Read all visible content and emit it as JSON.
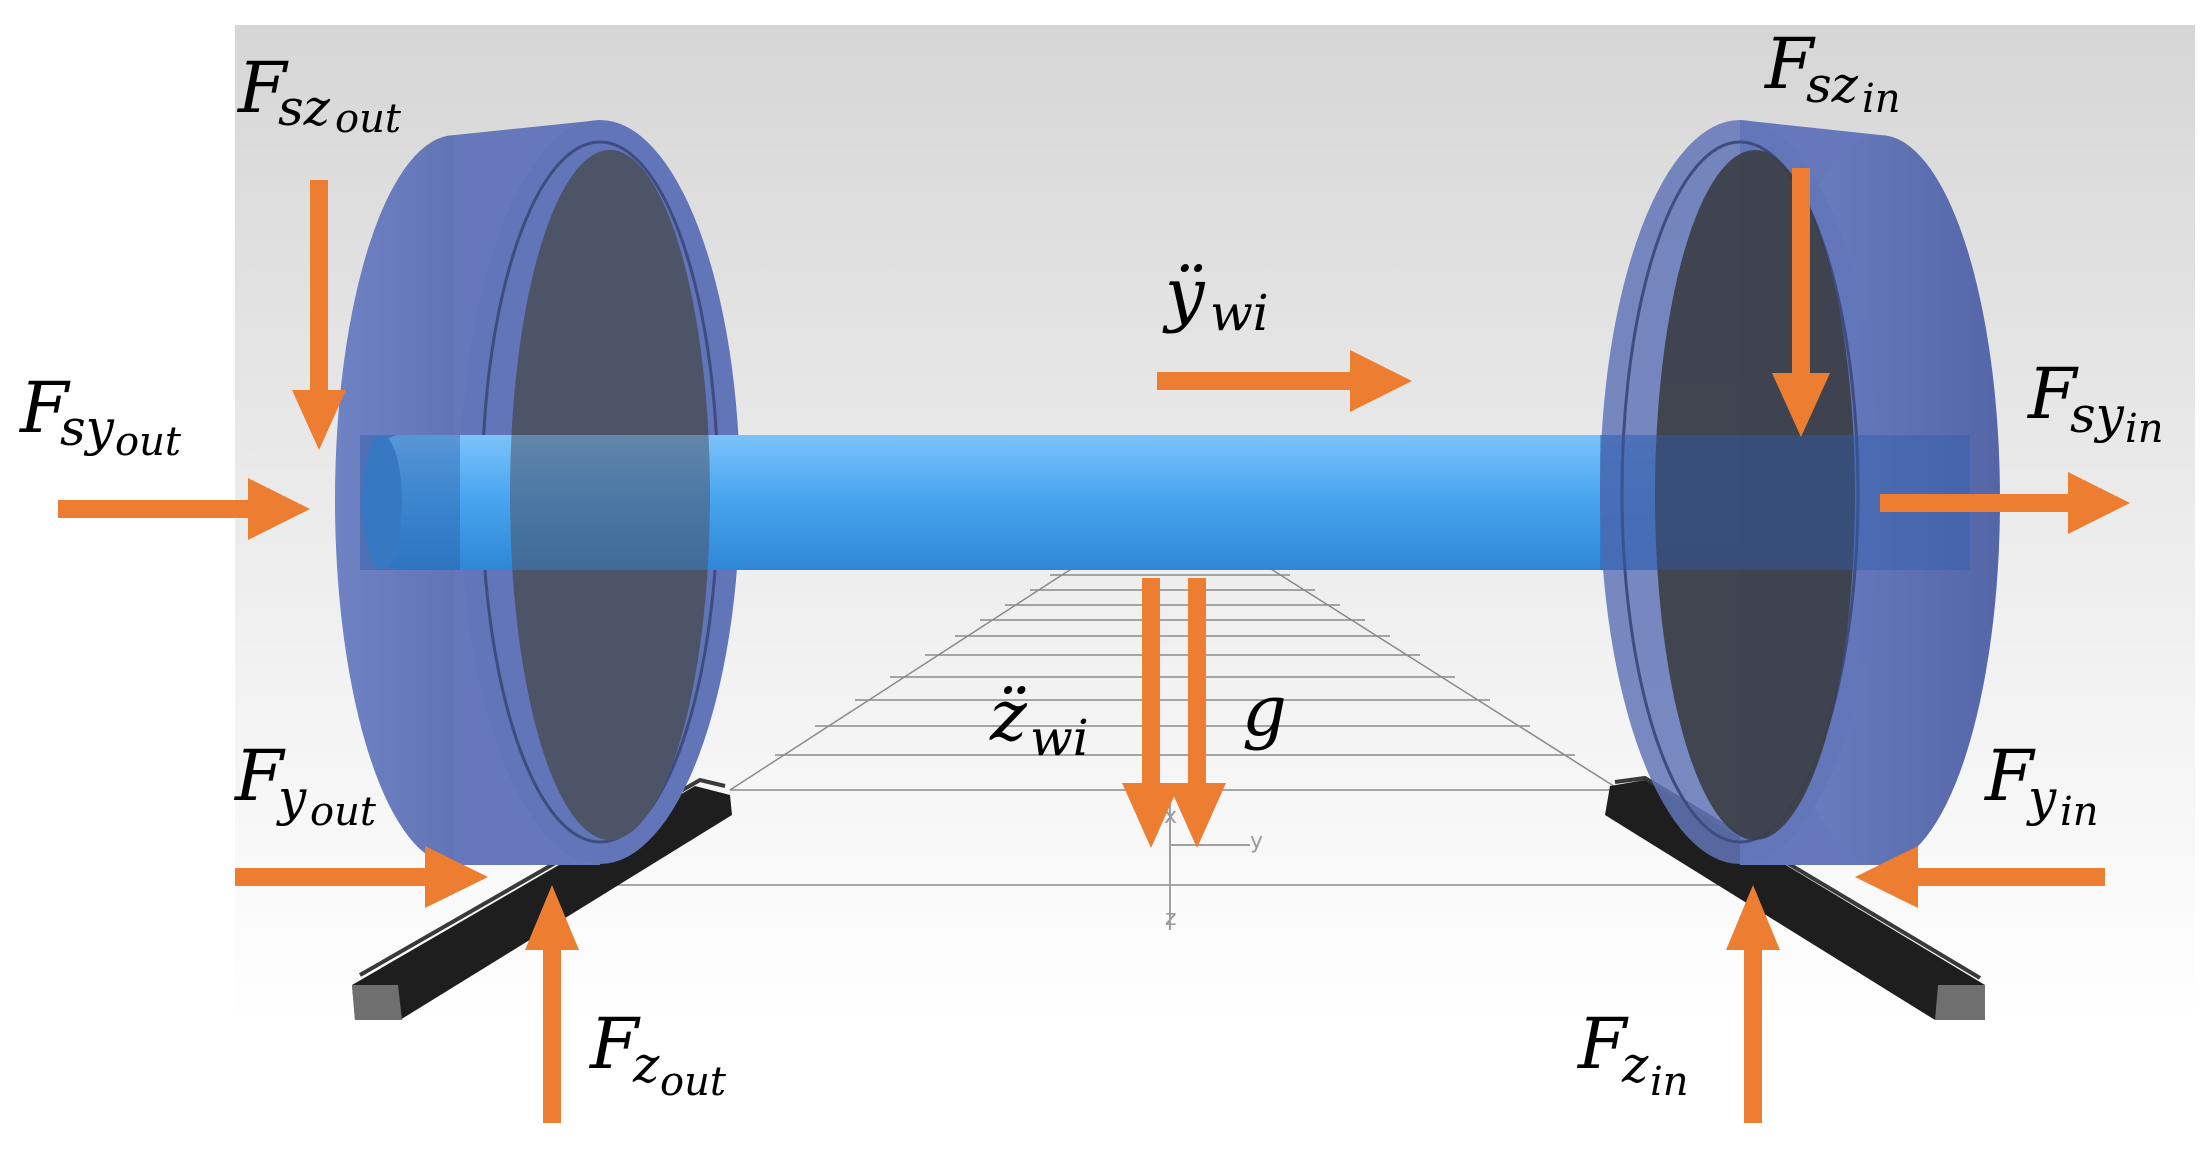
{
  "figure": {
    "colors": {
      "arrow": "#ED7D31",
      "wheel_face": "#4A4F66",
      "wheel_rim": "#5F73B5",
      "axle": "#4AA6F0",
      "rail": "#222222",
      "background_top": "#D8D8D8",
      "background_bottom": "#FFFFFF"
    },
    "labels": {
      "fsz_out": {
        "main": "F",
        "sub": "sz",
        "subsub": "out"
      },
      "fsy_out": {
        "main": "F",
        "sub": "sy",
        "subsub": "out"
      },
      "fy_out": {
        "main": "F",
        "sub": "y",
        "subsub": "out"
      },
      "fz_out": {
        "main": "F",
        "sub": "z",
        "subsub": "out"
      },
      "fsz_in": {
        "main": "F",
        "sub": "sz",
        "subsub": "in"
      },
      "fsy_in": {
        "main": "F",
        "sub": "sy",
        "subsub": "in"
      },
      "fy_in": {
        "main": "F",
        "sub": "y",
        "subsub": "in"
      },
      "fz_in": {
        "main": "F",
        "sub": "z",
        "subsub": "in"
      },
      "y_ddot": {
        "main": "ÿ",
        "sub": "wi"
      },
      "z_ddot": {
        "main": "z̈",
        "sub": "wi"
      },
      "gravity": {
        "main": "g"
      }
    },
    "axes": {
      "x": "x",
      "y": "y",
      "z": "z"
    }
  }
}
